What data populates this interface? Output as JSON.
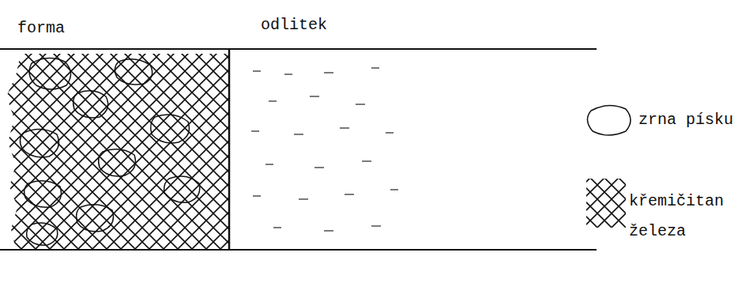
{
  "diagram": {
    "labels": [
      "forma",
      "odlitek"
    ],
    "legend": [
      {
        "text": "zrna písku"
      },
      {
        "text": "křemičitan železa"
      }
    ]
  }
}
